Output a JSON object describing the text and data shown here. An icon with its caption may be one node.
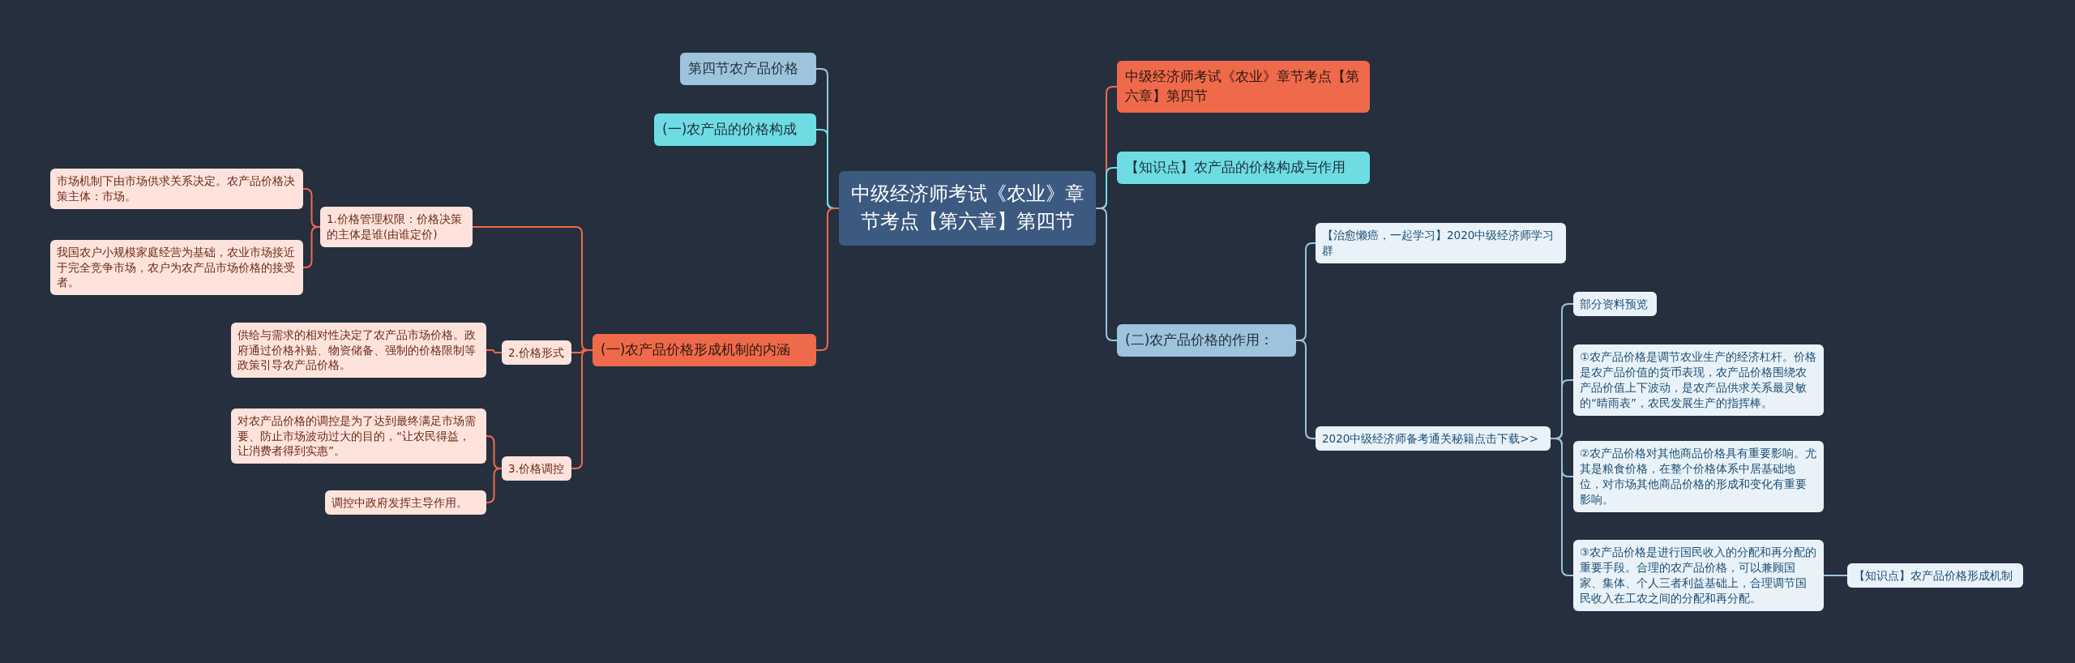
{
  "diagram": {
    "nodes": [
      {
        "text": [
          "中级经济师考试《农业》章节考点【第六章】第四节"
        ]
      },
      {
        "text": [
          "第四节农产品价格"
        ]
      },
      {
        "text": [
          "(一)农产品的价格构成"
        ]
      },
      {
        "text": [
          "(一)农产品价格形成机制的内涵"
        ]
      },
      {
        "text": [
          "1.价格管理权限：价格决策的主体是谁(由谁定价)"
        ]
      },
      {
        "text": [
          "市场机制下由市场供求关系决定。农产品价格决策主体：市场。"
        ]
      },
      {
        "text": [
          "我国农户小规模家庭经营为基础，农业市场接近于完全竞争市场，农户为农产品市场价格的接受者。"
        ]
      },
      {
        "text": [
          "2.价格形式"
        ]
      },
      {
        "text": [
          "供给与需求的相对性决定了农产品市场价格。政府通过价格补贴、物资储备、强制的价格限制等政策引导农产品价格。"
        ]
      },
      {
        "text": [
          "3.价格调控"
        ]
      },
      {
        "text": [
          "对农产品价格的调控是为了达到最终满足市场需要、防止市场波动过大的目的，“让农民得益，让消费者得到实惠”。"
        ]
      },
      {
        "text": [
          "调控中政府发挥主导作用。"
        ]
      },
      {
        "text": [
          "中级经济师考试《农业》章节考点【第六章】第四节"
        ]
      },
      {
        "text": [
          "【知识点】农产品的价格构成与作用"
        ]
      },
      {
        "text": [
          "(二)农产品价格的作用："
        ]
      },
      {
        "text": [
          "【治愈懒癌，一起学习】2020中级经济师学习群"
        ]
      },
      {
        "text": [
          "2020中级经济师备考通关秘籍点击下载>>"
        ]
      },
      {
        "text": [
          "部分资料预览"
        ]
      },
      {
        "text": [
          "①农产品价格是调节农业生产的经济杠杆。价格是农产品价值的货币表现，农产品价格围绕农产品价值上下波动，是农产品供求关系最灵敏的“晴雨表”，农民发展生产的指挥棒。"
        ]
      },
      {
        "text": [
          "②农产品价格对其他商品价格具有重要影响。尤其是粮食价格，在整个价格体系中居基础地位，对市场其他商品价格的形成和变化有重要影响。"
        ]
      },
      {
        "text": [
          "③农产品价格是进行国民收入的分配和再分配的重要手段。合理的农产品价格，可以兼顾国家、集体、个人三者利益基础上，合理调节国民收入在工农之间的分配和再分配。"
        ]
      },
      {
        "text": [
          "【知识点】农产品价格形成机制"
        ]
      }
    ],
    "edges": [
      {
        "from": 0,
        "to": 1,
        "arrow": "none",
        "color": "#9ec3dc"
      },
      {
        "from": 0,
        "to": 2,
        "arrow": "none",
        "color": "#6ddde3"
      },
      {
        "from": 0,
        "to": 3,
        "arrow": "none"
      },
      {
        "from": 3,
        "to": 4,
        "arrow": "none"
      },
      {
        "from": 4,
        "to": 5,
        "arrow": "none"
      },
      {
        "from": 4,
        "to": 6,
        "arrow": "none"
      },
      {
        "from": 3,
        "to": 7,
        "arrow": "none"
      },
      {
        "from": 7,
        "to": 8,
        "arrow": "none"
      },
      {
        "from": 3,
        "to": 9,
        "arrow": "none"
      },
      {
        "from": 9,
        "to": 10,
        "arrow": "none"
      },
      {
        "from": 9,
        "to": 11,
        "arrow": "none"
      },
      {
        "from": 0,
        "to": 12,
        "arrow": "none"
      },
      {
        "from": 0,
        "to": 13,
        "arrow": "none",
        "color": "#6ddde3"
      },
      {
        "from": 0,
        "to": 14,
        "arrow": "none",
        "color": "#9ec3dc"
      },
      {
        "from": 14,
        "to": 15,
        "arrow": "none",
        "color": "#9ec3dc"
      },
      {
        "from": 14,
        "to": 16,
        "arrow": "none",
        "color": "#9ec3dc"
      },
      {
        "from": 16,
        "to": 17,
        "arrow": "none",
        "color": "#9ec3dc"
      },
      {
        "from": 16,
        "to": 18,
        "arrow": "none",
        "color": "#9ec3dc"
      },
      {
        "from": 16,
        "to": 19,
        "arrow": "none",
        "color": "#9ec3dc"
      },
      {
        "from": 16,
        "to": 20,
        "arrow": "none",
        "color": "#9ec3dc"
      },
      {
        "from": 20,
        "to": 21,
        "arrow": "none",
        "color": "#9ec3dc"
      }
    ]
  }
}
